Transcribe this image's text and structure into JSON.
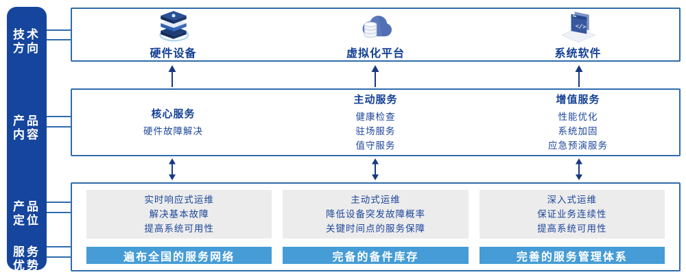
{
  "sidebar": {
    "items": [
      {
        "line1": "技术",
        "line2": "方向"
      },
      {
        "line1": "产品",
        "line2": "内容"
      },
      {
        "line1": "产品",
        "line2": "定位"
      },
      {
        "line1": "服务",
        "line2": "优势"
      }
    ]
  },
  "tech_row": {
    "items": [
      {
        "icon": "server-stack-icon",
        "label": "硬件设备"
      },
      {
        "icon": "cloud-database-icon",
        "label": "虚拟化平台"
      },
      {
        "icon": "code-window-icon",
        "label": "系统软件"
      }
    ]
  },
  "content_row": {
    "columns": [
      {
        "title": "核心服务",
        "items": [
          "硬件故障解决"
        ]
      },
      {
        "title": "主动服务",
        "items": [
          "健康检查",
          "驻场服务",
          "值守服务"
        ]
      },
      {
        "title": "增值服务",
        "items": [
          "性能优化",
          "系统加固",
          "应急预演服务"
        ]
      }
    ]
  },
  "position_row": {
    "columns": [
      {
        "lines": [
          "实时响应式运维",
          "解决基本故障",
          "提高系统可用性"
        ],
        "banner": "遍布全国的服务网络"
      },
      {
        "lines": [
          "主动式运维",
          "降低设备突发故障概率",
          "关键时间点的服务保障"
        ],
        "banner": "完备的备件库存"
      },
      {
        "lines": [
          "深入式运维",
          "保证业务连续性",
          "提高系统可用性"
        ],
        "banner": "完善的服务管理体系"
      }
    ]
  },
  "colors": {
    "sidebar_navy": "#15459c",
    "box_border": "#2e6bad",
    "heading_text": "#123f93",
    "body_text": "#1d4699",
    "banner_blue": "#459cd6",
    "card_gray": "#ececec",
    "arrow_navy": "#16397f"
  }
}
